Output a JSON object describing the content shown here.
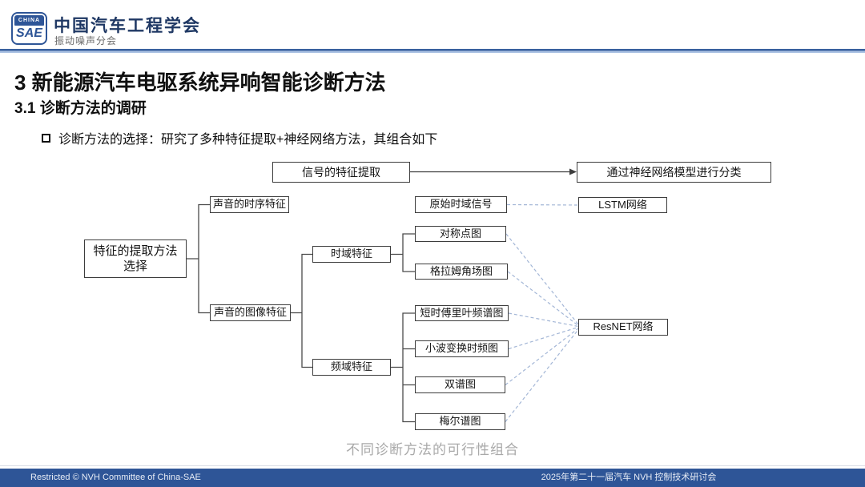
{
  "header": {
    "logo": {
      "top": "CHINA",
      "bottom": "SAE"
    },
    "org_name": "中国汽车工程学会",
    "division": "振动噪声分会"
  },
  "titles": {
    "main": "3 新能源汽车电驱系统异响智能诊断方法",
    "section": "3.1 诊断方法的调研"
  },
  "bullet": {
    "text": "诊断方法的选择：研究了多种特征提取+神经网络方法，其组合如下"
  },
  "diagram": {
    "nodes": {
      "signal_extraction": "信号的特征提取",
      "nn_classification": "通过神经网络模型进行分类",
      "method_selection": "特征的提取方法选择",
      "time_series_feature": "声音的时序特征",
      "image_feature": "声音的图像特征",
      "time_domain": "时域特征",
      "freq_domain": "频域特征",
      "raw_time_signal": "原始时域信号",
      "symmetry_dot": "对称点图",
      "gramian_angular": "格拉姆角场图",
      "stft_spectrogram": "短时傅里叶频谱图",
      "wavelet_tf": "小波变换时频图",
      "bispectrum": "双谱图",
      "mel_spectrogram": "梅尔谱图",
      "lstm": "LSTM网络",
      "resnet": "ResNET网络"
    },
    "caption": "不同诊断方法的可行性组合"
  },
  "footer": {
    "left": "Restricted © NVH Committee of China-SAE",
    "right": "2025年第二十一届汽车 NVH 控制技术研讨会"
  },
  "colors": {
    "brand_blue": "#2e5597",
    "navy_title": "#1f3864",
    "dashed_connector": "#a3b6d6",
    "caption_gray": "#a9a9a9"
  }
}
